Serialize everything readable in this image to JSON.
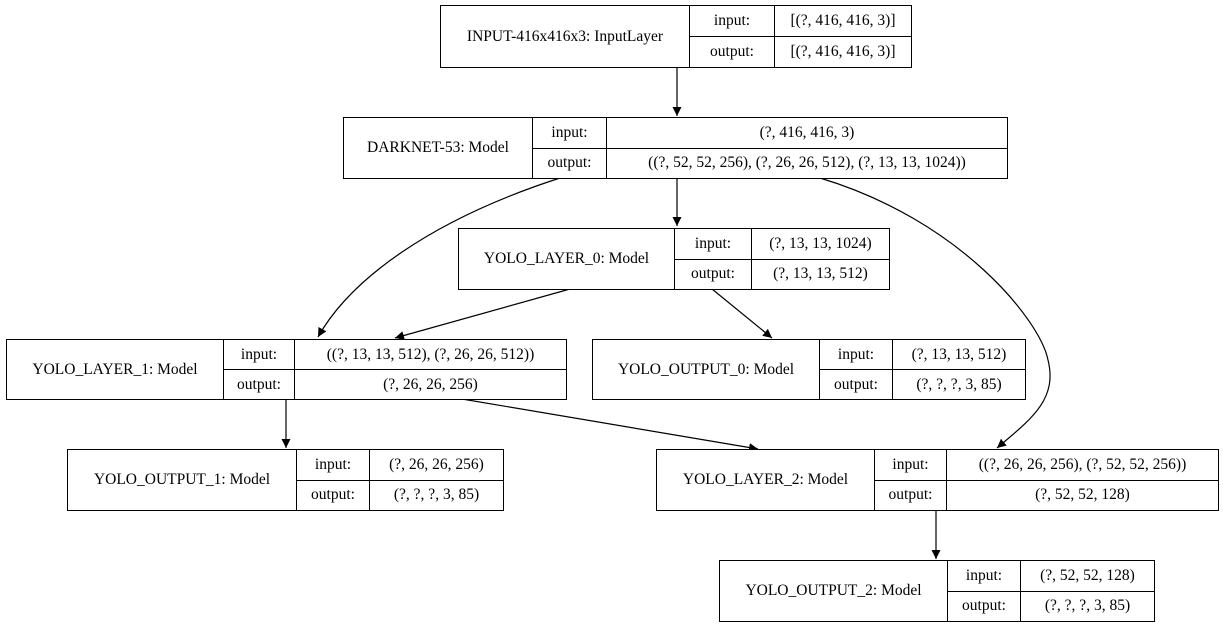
{
  "port_labels": {
    "input": "input:",
    "output": "output:"
  },
  "nodes": [
    {
      "id": "input_layer",
      "name": "INPUT-416x416x3: InputLayer",
      "input": "[(?, 416, 416, 3)]",
      "output": "[(?, 416, 416, 3)]"
    },
    {
      "id": "darknet",
      "name": "DARKNET-53: Model",
      "input": "(?, 416, 416, 3)",
      "output": "((?, 52, 52, 256), (?, 26, 26, 512), (?, 13, 13, 1024))"
    },
    {
      "id": "yolo_layer_0",
      "name": "YOLO_LAYER_0: Model",
      "input": "(?, 13, 13, 1024)",
      "output": "(?, 13, 13, 512)"
    },
    {
      "id": "yolo_layer_1",
      "name": "YOLO_LAYER_1: Model",
      "input": "((?, 13, 13, 512), (?, 26, 26, 512))",
      "output": "(?, 26, 26, 256)"
    },
    {
      "id": "yolo_output_0",
      "name": "YOLO_OUTPUT_0: Model",
      "input": "(?, 13, 13, 512)",
      "output": "(?, ?, ?, 3, 85)"
    },
    {
      "id": "yolo_output_1",
      "name": "YOLO_OUTPUT_1: Model",
      "input": "(?, 26, 26, 256)",
      "output": "(?, ?, ?, 3, 85)"
    },
    {
      "id": "yolo_layer_2",
      "name": "YOLO_LAYER_2: Model",
      "input": "((?, 26, 26, 256), (?, 52, 52, 256))",
      "output": "(?, 52, 52, 128)"
    },
    {
      "id": "yolo_output_2",
      "name": "YOLO_OUTPUT_2: Model",
      "input": "(?, 52, 52, 128)",
      "output": "(?, ?, ?, 3, 85)"
    }
  ],
  "edges": [
    {
      "from": "input_layer",
      "to": "darknet"
    },
    {
      "from": "darknet",
      "to": "yolo_layer_0"
    },
    {
      "from": "darknet",
      "to": "yolo_layer_1"
    },
    {
      "from": "darknet",
      "to": "yolo_layer_2"
    },
    {
      "from": "yolo_layer_0",
      "to": "yolo_layer_1"
    },
    {
      "from": "yolo_layer_0",
      "to": "yolo_output_0"
    },
    {
      "from": "yolo_layer_1",
      "to": "yolo_output_1"
    },
    {
      "from": "yolo_layer_1",
      "to": "yolo_layer_2"
    },
    {
      "from": "yolo_layer_2",
      "to": "yolo_output_2"
    }
  ]
}
